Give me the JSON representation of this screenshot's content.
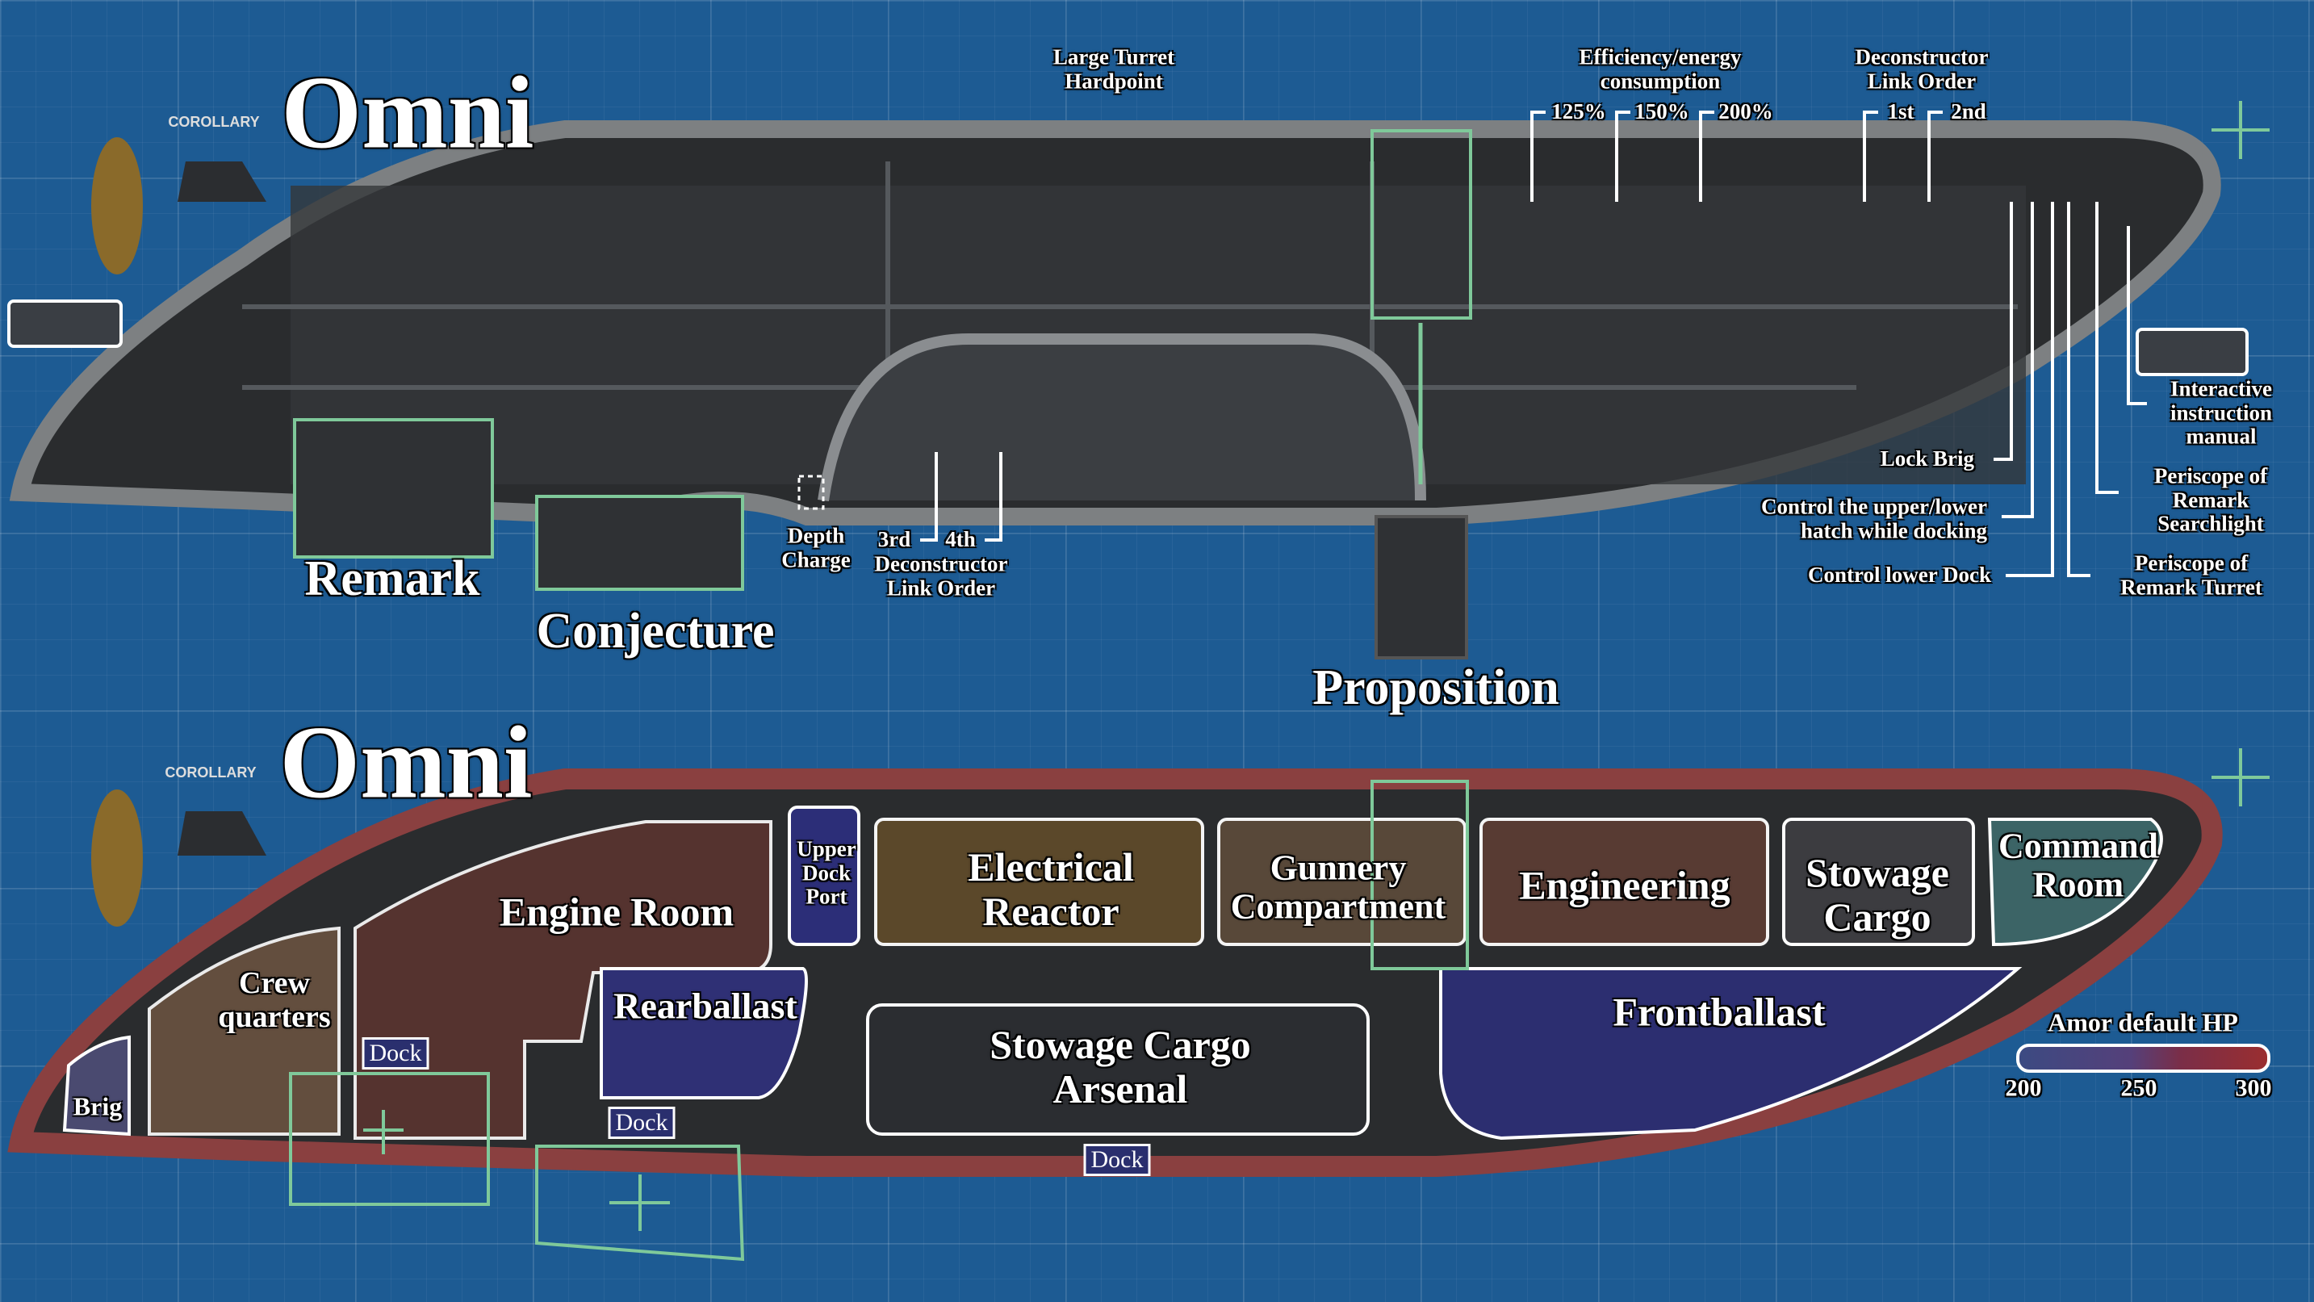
{
  "top": {
    "brand": "COROLLARY",
    "title": "Omni",
    "callouts": {
      "turret": "Large Turret Hardpoint",
      "efficiency": "Efficiency/energy consumption",
      "eff_levels": [
        "125%",
        "150%",
        "200%"
      ],
      "decon_top": "Deconstructor Link Order",
      "decon_top_orders": [
        "1st",
        "2nd"
      ],
      "manual": "Interactive instruction manual",
      "lock_brig": "Lock Brig",
      "hatch": "Control the upper/lower hatch while docking",
      "lower_dock": "Control lower Dock",
      "periscope_search": "Periscope of Remark Searchlight",
      "periscope_turret": "Periscope of Remark Turret",
      "depth_charge": "Depth Charge",
      "decon_bottom_orders": [
        "3rd",
        "4th"
      ],
      "decon_bottom": "Deconstructor Link Order"
    },
    "shuttles": [
      "Remark",
      "Conjecture",
      "Proposition"
    ]
  },
  "bottom": {
    "brand": "COROLLARY",
    "title": "Omni",
    "rooms": {
      "brig": "Brig",
      "crew": "Crew quarters",
      "engine": "Engine Room",
      "upper_dock": "Upper Dock Port",
      "reactor": "Electrical Reactor",
      "gunnery": "Gunnery Compartment",
      "engineering": "Engineering",
      "stowage": "Stowage Cargo",
      "command": "Command Room",
      "rearballast": "Rearballast",
      "frontballast": "Frontballast",
      "arsenal": "Stowage Cargo Arsenal"
    },
    "docks": [
      "Dock",
      "Dock",
      "Dock"
    ]
  },
  "legend": {
    "title": "Amor default HP",
    "ticks": [
      "200",
      "250",
      "300"
    ],
    "colors": {
      "low": "#3c4a82",
      "high": "#9a2e30"
    }
  }
}
